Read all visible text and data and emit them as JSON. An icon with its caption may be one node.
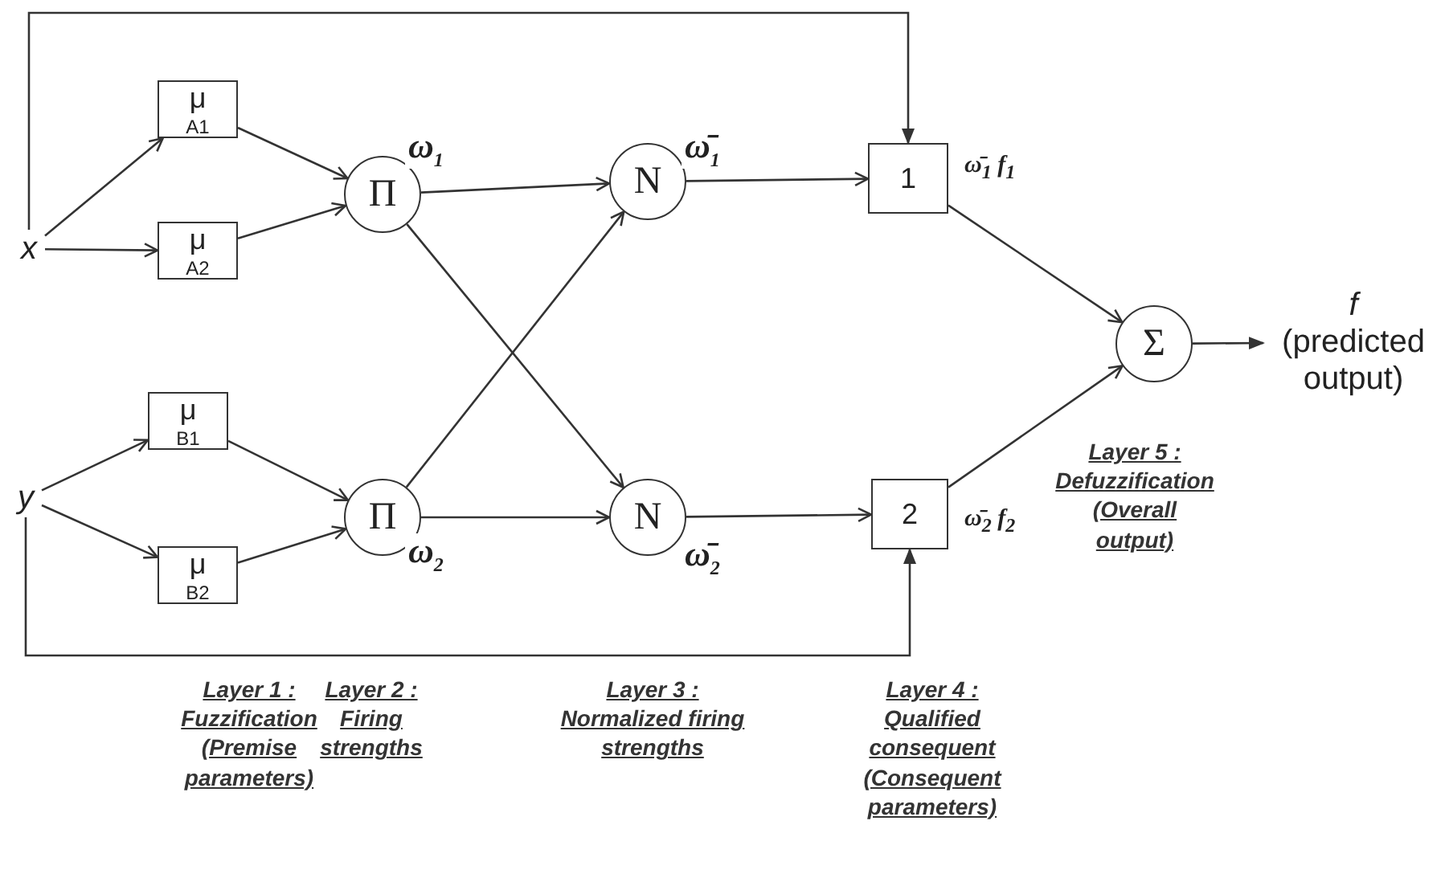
{
  "diagram": {
    "nodes": [
      {
        "text": [
          "x"
        ]
      },
      {
        "text": [
          "y"
        ]
      },
      {
        "text": [
          "μ$_{A1}$"
        ]
      },
      {
        "text": [
          "μ$_{A2}$"
        ]
      },
      {
        "text": [
          "μ$_{B1}$"
        ]
      },
      {
        "text": [
          "μ$_{B2}$"
        ]
      },
      {
        "text": [
          "Π"
        ]
      },
      {
        "text": [
          "Π"
        ]
      },
      {
        "text": [
          "N"
        ]
      },
      {
        "text": [
          "N"
        ]
      },
      {
        "text": [
          "1"
        ]
      },
      {
        "text": [
          "2"
        ]
      },
      {
        "text": [
          "Σ"
        ]
      },
      {
        "text": [
          "f",
          "(predicted output)"
        ]
      }
    ],
    "edges": [
      {
        "from": 0,
        "to": 2,
        "arrow": "to"
      },
      {
        "from": 0,
        "to": 3,
        "arrow": "to"
      },
      {
        "from": 0,
        "to": 10,
        "arrow": "to"
      },
      {
        "from": 1,
        "to": 4,
        "arrow": "to"
      },
      {
        "from": 1,
        "to": 5,
        "arrow": "to"
      },
      {
        "from": 1,
        "to": 11,
        "arrow": "to"
      },
      {
        "from": 2,
        "to": 6,
        "arrow": "to"
      },
      {
        "from": 3,
        "to": 6,
        "arrow": "to"
      },
      {
        "from": 4,
        "to": 7,
        "arrow": "to"
      },
      {
        "from": 5,
        "to": 7,
        "arrow": "to"
      },
      {
        "from": 6,
        "to": 8,
        "arrow": "to",
        "label": "ω$_{1}$"
      },
      {
        "from": 6,
        "to": 9,
        "arrow": "to"
      },
      {
        "from": 7,
        "to": 8,
        "arrow": "to"
      },
      {
        "from": 7,
        "to": 9,
        "arrow": "to",
        "label": "ω$_{2}$"
      },
      {
        "from": 8,
        "to": 10,
        "arrow": "to",
        "label": "ω̄$_{1}$"
      },
      {
        "from": 9,
        "to": 11,
        "arrow": "to",
        "label": "ω̄$_{2}$"
      },
      {
        "from": 10,
        "to": 12,
        "arrow": "to",
        "label": "ω̄$_{1}$ f$_{1}$"
      },
      {
        "from": 11,
        "to": 12,
        "arrow": "to",
        "label": "ω̄$_{2}$ f$_{2}$"
      },
      {
        "from": 12,
        "to": 13,
        "arrow": "to"
      }
    ],
    "labels": [
      "Layer 1 : Fuzzification (Premise parameters)",
      "Layer 2 : Firing strengths",
      "Layer 3 : Normalized firing strengths",
      "Layer 4 : Qualified consequent (Consequent parameters)",
      "Layer 5 : Defuzzification (Overall output)"
    ]
  }
}
